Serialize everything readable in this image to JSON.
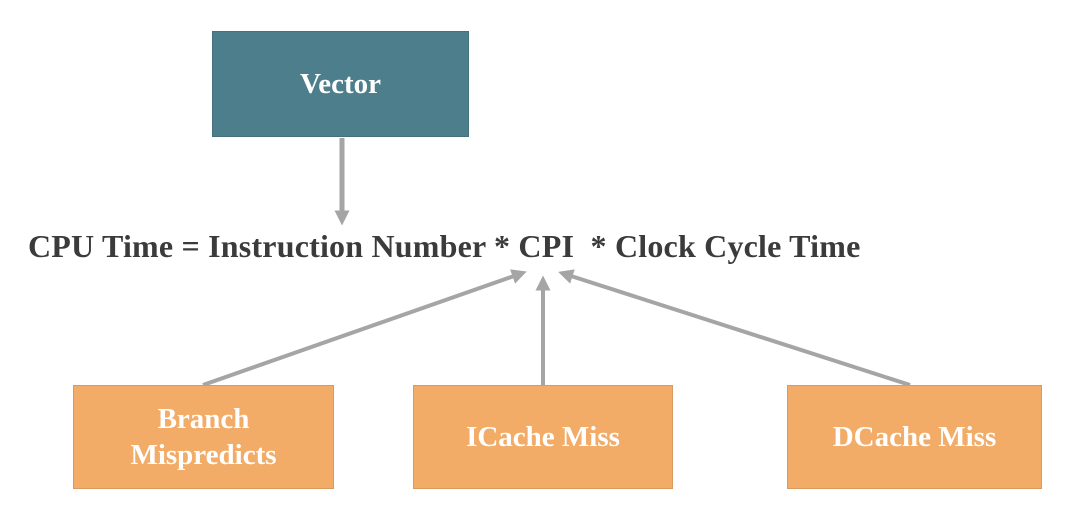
{
  "diagram": {
    "formula": "CPU Time = Instruction Number * CPI  * Clock Cycle Time",
    "nodes": {
      "vector": {
        "label": "Vector"
      },
      "branch_mispredicts": {
        "label": "Branch Mispredicts"
      },
      "icache_miss": {
        "label": "ICache Miss"
      },
      "dcache_miss": {
        "label": "DCache Miss"
      }
    },
    "edges": [
      {
        "from": "vector",
        "to": "formula",
        "direction": "down"
      },
      {
        "from": "branch_mispredicts",
        "to": "formula-cpi-term",
        "direction": "up"
      },
      {
        "from": "icache_miss",
        "to": "formula-cpi-term",
        "direction": "up"
      },
      {
        "from": "dcache_miss",
        "to": "formula-cpi-term",
        "direction": "up"
      }
    ],
    "colors": {
      "vector_box": "#4D7E8C",
      "contributor_box": "#F2AC68",
      "arrow": "#A5A5A5",
      "formula_text": "#3B3B3B",
      "box_text": "#FFFFFF",
      "background": "#FFFFFF"
    }
  }
}
